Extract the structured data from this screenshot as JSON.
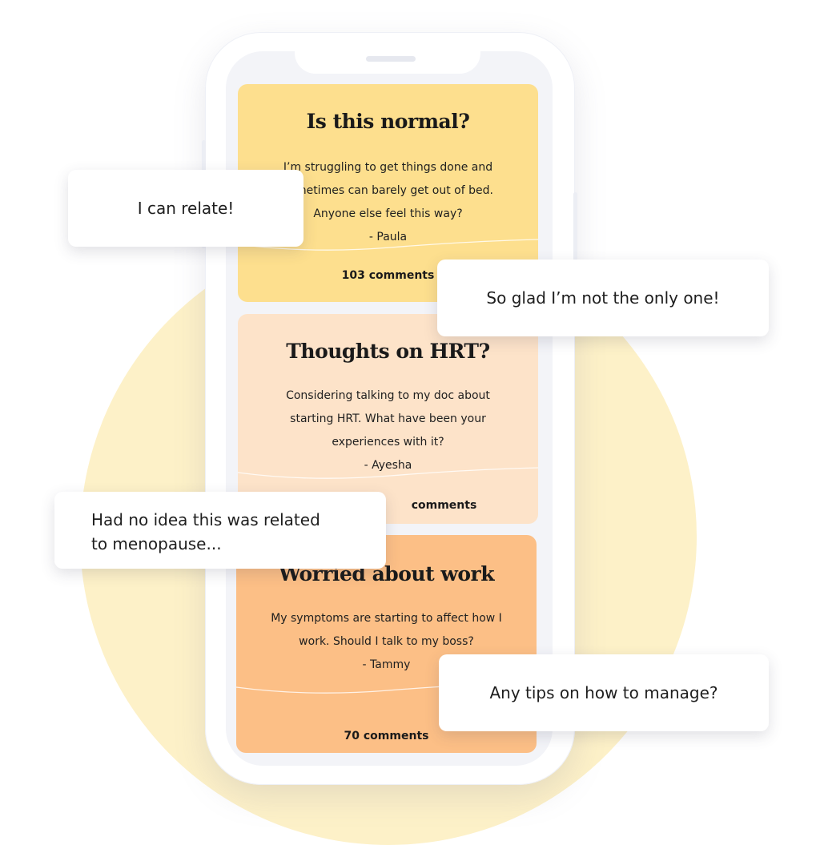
{
  "posts": [
    {
      "title": "Is this normal?",
      "body_lines": [
        "I’m struggling to get things done and",
        "sometimes can barely get out of bed.",
        "Anyone else feel this way?"
      ],
      "author": "- Paula",
      "comments": "103 comments",
      "color": "#fddf8e"
    },
    {
      "title": "Thoughts on HRT?",
      "body_lines": [
        "Considering talking to my doc about",
        "starting HRT. What have been your",
        "experiences with it?"
      ],
      "author": "- Ayesha",
      "comments": "comments",
      "color": "#fde3c9"
    },
    {
      "title": "Worried about work",
      "body_lines": [
        "My symptoms are starting to affect how I",
        "work. Should I talk to my boss?"
      ],
      "author": "- Tammy",
      "comments": "70 comments",
      "color": "#fcbf86"
    }
  ],
  "bubbles": {
    "relate": "I can relate!",
    "glad": "So glad I’m not the only one!",
    "no_idea_line1": "Had no idea this was related",
    "no_idea_line2": "to menopause...",
    "tips": "Any tips on how to manage?"
  },
  "colors": {
    "background_circle": "#fdf1c8",
    "bubble": "#ffffff",
    "text": "#1a1a1a"
  }
}
